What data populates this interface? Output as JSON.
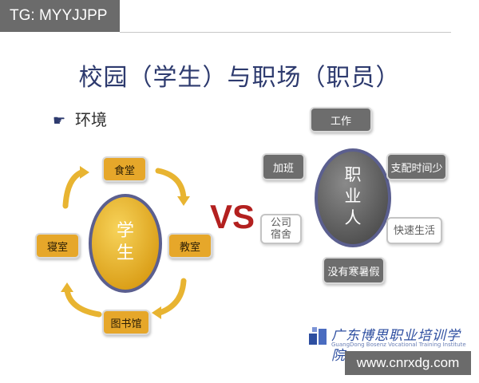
{
  "watermark_tag": "TG: MYYJJPP",
  "title": "校园（学生）与职场（职员）",
  "bullet": {
    "icon": "pointing-hand-icon",
    "text": "环境"
  },
  "student": {
    "center_lines": [
      "学",
      "生"
    ],
    "nodes": {
      "top": "食堂",
      "right": "教室",
      "bottom": "图书馆",
      "left": "寝室"
    }
  },
  "vs_label": "VS",
  "professional": {
    "center_lines": [
      "职",
      "业",
      "人"
    ],
    "nodes": {
      "top": "工作",
      "upper_left": "加班",
      "upper_right": "支配时间少",
      "lower_left": "公司宿舍",
      "lower_right": "快速生活",
      "bottom": "没有寒暑假"
    }
  },
  "logo": {
    "name_cn": "广东博思职业培训学院",
    "name_en": "GuangDong Bosenz Vocational Training Institute"
  },
  "url_label": "www.cnrxdg.com",
  "colors": {
    "title": "#2d3a6e",
    "student_gold": "#e6a72a",
    "professional_gray": "#6d6d6d",
    "vs_red": "#b3201f",
    "ring": "#5b5f8f"
  }
}
